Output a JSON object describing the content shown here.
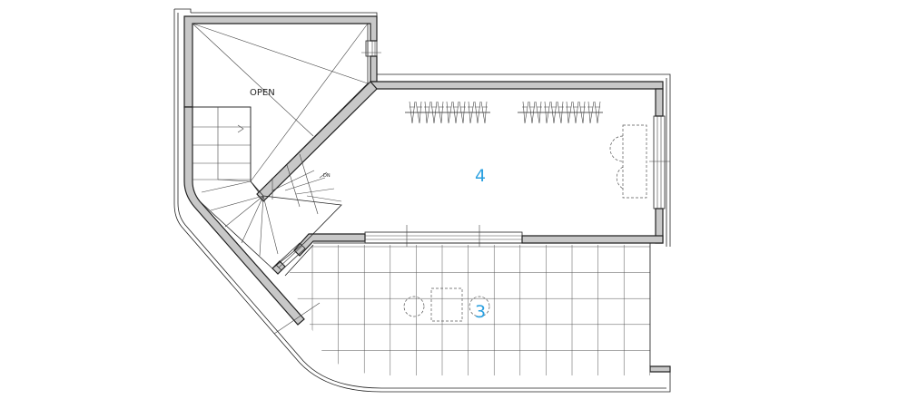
{
  "labels": {
    "open": "OPEN",
    "dn": "DN"
  },
  "rooms": [
    {
      "number": "4"
    },
    {
      "number": "3"
    }
  ],
  "colors": {
    "wall_fill": "#c8c8c8",
    "line": "#222222",
    "room_label": "#2aa0e0"
  }
}
